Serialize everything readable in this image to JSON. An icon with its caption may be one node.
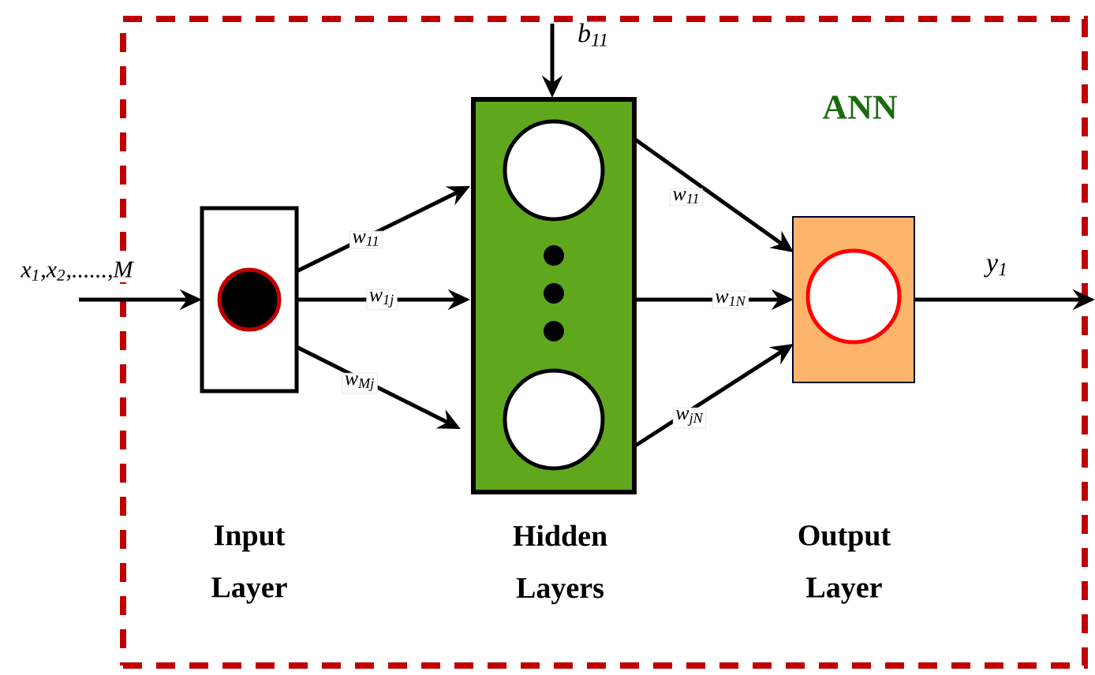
{
  "diagram": {
    "nodes": [
      {
        "text": [
          "ANN"
        ]
      },
      {
        "text": [],
        "shape": "box",
        "in": 0
      },
      {
        "text": [],
        "shape": "box",
        "in": 0
      },
      {
        "text": [],
        "shape": "box",
        "in": 0
      }
    ],
    "edges": [
      {
        "from": null,
        "to": 1,
        "arrow": "to",
        "label": "x$_{1}$,x$_{2}$,......,M"
      },
      {
        "from": null,
        "to": 2,
        "arrow": "to",
        "label": "b$_{11}$"
      },
      {
        "from": 1,
        "to": 2,
        "arrow": "to",
        "label": "w$_{11}$"
      },
      {
        "from": 1,
        "to": 2,
        "arrow": "to",
        "label": "w$_{1j}$"
      },
      {
        "from": 1,
        "to": 2,
        "arrow": "to",
        "label": "w$_{Mj}$"
      },
      {
        "from": 2,
        "to": 3,
        "arrow": "to",
        "label": "w$_{11}$"
      },
      {
        "from": 2,
        "to": 3,
        "arrow": "to",
        "label": "w$_{1N}$"
      },
      {
        "from": 2,
        "to": 3,
        "arrow": "to",
        "label": "w$_{jN}$"
      },
      {
        "from": 3,
        "to": null,
        "arrow": "to",
        "label": "y$_{1}$"
      }
    ],
    "labels": [
      "Input Layer",
      "Hidden Layers",
      "Output Layer"
    ]
  }
}
